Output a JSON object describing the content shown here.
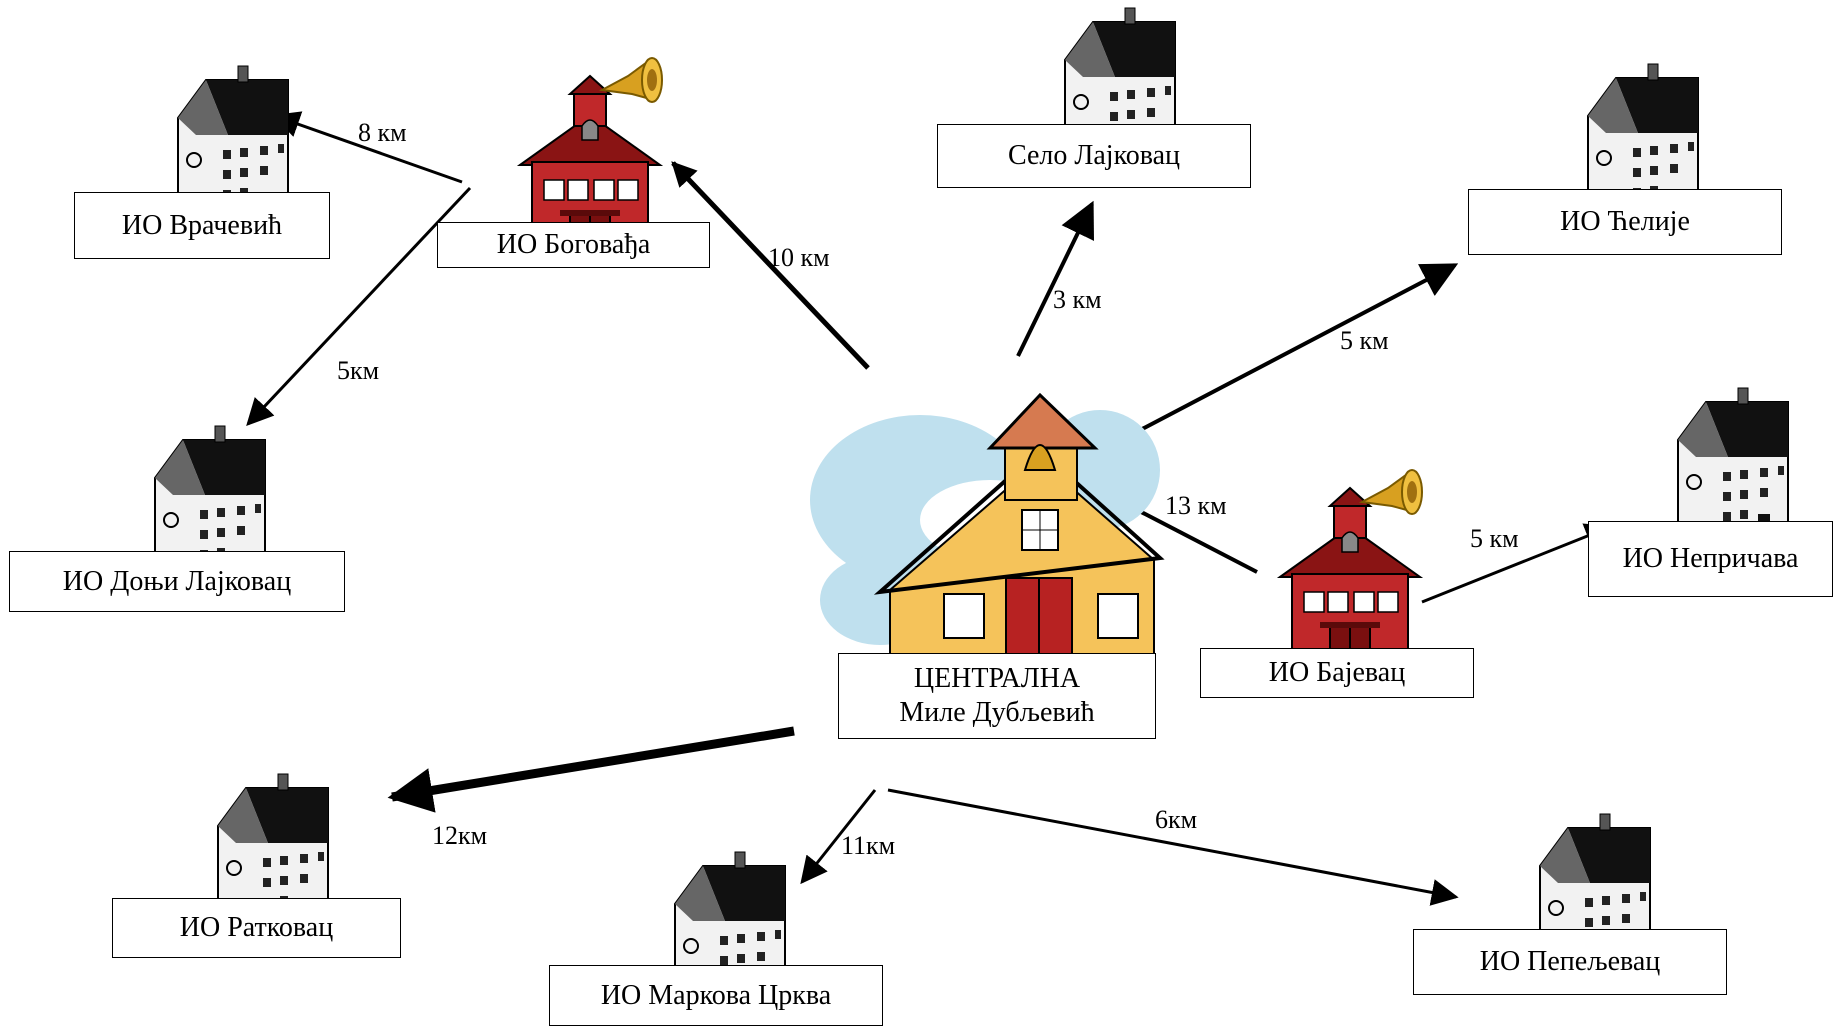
{
  "central": {
    "line1": "ЦЕНТРАЛНА",
    "line2": "Миле Дубљевић"
  },
  "schools": {
    "selo_lajkovac": "Село Лајковац",
    "celije": "ИО Ћелије",
    "neprichava": "ИО Непричава",
    "bajevac": "ИО Бајевац",
    "pepeljevac": "ИО Пепељевац",
    "markova_crkva": "ИО Маркова Црква",
    "ratkovac": "ИО Ратковац",
    "donji_lajkovac": "ИО Доњи Лајковац",
    "vracevic": "ИО Врачевић",
    "bogovadja": "ИО Боговађа"
  },
  "distances": {
    "to_bogovadja": "10 км",
    "to_vracevic": "8 км",
    "to_donji_lajkovac": "5км",
    "to_selo_lajkovac": "3 км",
    "to_celije": "5 км",
    "to_bajevac": "13 км",
    "to_neprichava": "5 км",
    "to_ratkovac": "12км",
    "to_markova_crkva": "11км",
    "to_pepeljevac": "6км"
  },
  "colors": {
    "line": "#000000",
    "red_school": "#c0282a",
    "roof_dark": "#1a1a1a",
    "bell": "#d8a020",
    "central_wall": "#f5c35a",
    "sky": "#bfe0ee"
  }
}
